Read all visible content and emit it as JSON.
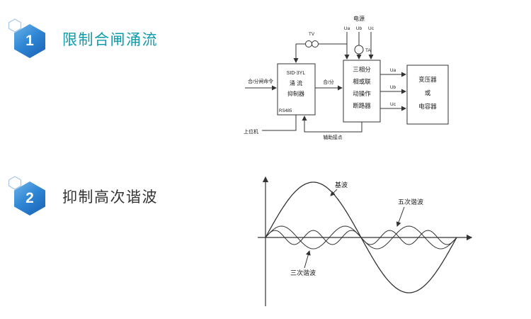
{
  "colors": {
    "badge_blue": "#2e86d4",
    "title1_teal": "#0d9bab",
    "title2_dark": "#333333",
    "diagram_line": "#333333"
  },
  "sections": [
    {
      "num": "1",
      "title": "限制合闸涌流"
    },
    {
      "num": "2",
      "title": "抑制高次谐波"
    }
  ],
  "d1": {
    "power": "电源",
    "u_top": [
      "Ua",
      "Ub",
      "Uc"
    ],
    "tv": "TV",
    "ta": "TA",
    "cmd": "合/分闸命令",
    "box1": [
      "SID-3YL",
      "涌 流",
      "抑制器"
    ],
    "rs485": "RS485",
    "host": "上位机",
    "close_open": "合/分",
    "box2": [
      "三相分",
      "相或联",
      "动操作",
      "断路器"
    ],
    "u_mid": [
      "Ua",
      "Ub",
      "Uc"
    ],
    "box3": [
      "变压器",
      "或",
      "电容器"
    ],
    "aux": "辅助接点"
  },
  "d2": {
    "fundamental": "基波",
    "third": "三次谐波",
    "fifth": "五次谐波",
    "waves": [
      {
        "name": "fundamental",
        "cycles": 1,
        "amp": 78
      },
      {
        "name": "third-harmonic",
        "cycles": 3,
        "amp": 16
      },
      {
        "name": "fifth-harmonic",
        "cycles": 5,
        "amp": 10
      }
    ]
  }
}
